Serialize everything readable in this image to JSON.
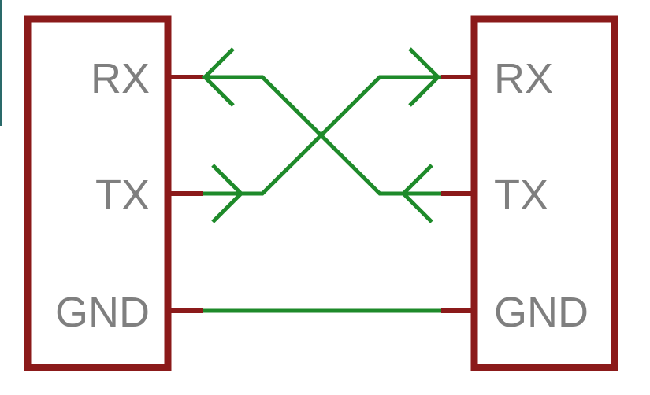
{
  "colors": {
    "box": "#8b1a1a",
    "wire": "#1e8a2a",
    "label": "#7f7f7f",
    "background": "#ffffff"
  },
  "left_device": {
    "pins": {
      "rx": "RX",
      "tx": "TX",
      "gnd": "GND"
    }
  },
  "right_device": {
    "pins": {
      "rx": "RX",
      "tx": "TX",
      "gnd": "GND"
    }
  },
  "connections": [
    {
      "from": "left_device.tx",
      "to": "right_device.rx"
    },
    {
      "from": "right_device.tx",
      "to": "left_device.rx"
    },
    {
      "from": "left_device.gnd",
      "to": "right_device.gnd"
    }
  ]
}
